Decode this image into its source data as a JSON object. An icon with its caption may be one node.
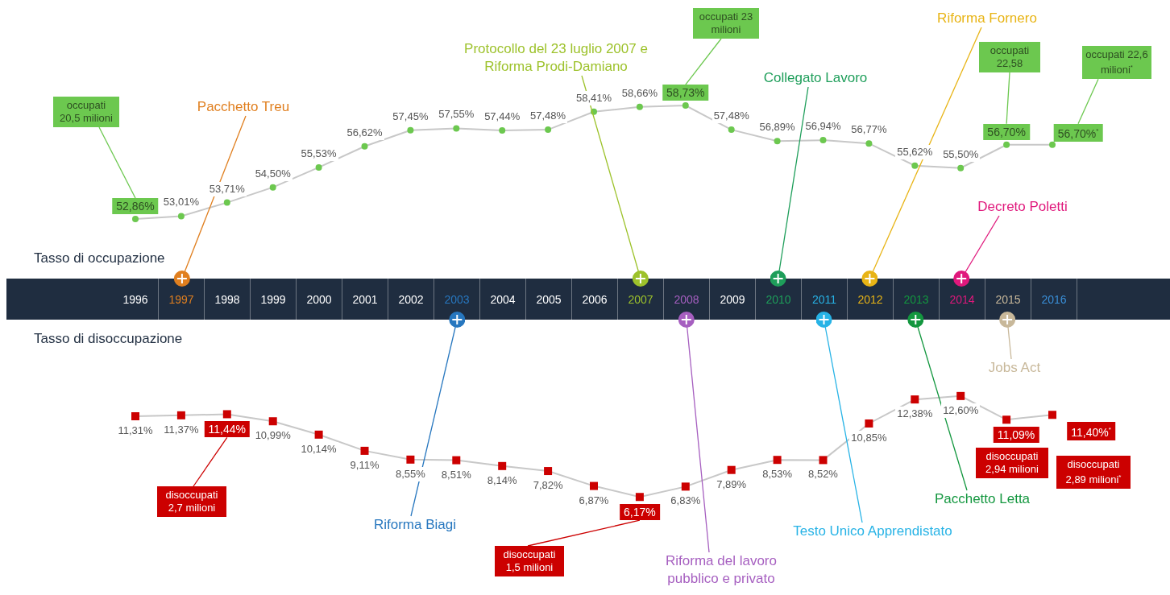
{
  "diagram": {
    "nodes": [
      {
        "text": [
          "occupati 20,5 milioni"
        ]
      },
      {
        "text": [
          "Pacchetto Treu"
        ]
      },
      {
        "text": [
          "Protocollo del 23 luglio 2007 e Riforma Prodi-Damiano"
        ]
      },
      {
        "text": [
          "occupati 23 milioni"
        ]
      },
      {
        "text": [
          "Riforma Fornero"
        ]
      },
      {
        "text": [
          "Collegato Lavoro"
        ]
      },
      {
        "text": [
          "occupati 22,58"
        ]
      },
      {
        "text": [
          "occupati 22,6 milioni$^{*}$"
        ]
      },
      {
        "text": [
          "Decreto Poletti"
        ]
      },
      {
        "text": [
          "Jobs Act"
        ]
      },
      {
        "text": [
          "disoccupati 2,7 milioni"
        ]
      },
      {
        "text": [
          "Riforma Biagi"
        ]
      },
      {
        "text": [
          "disoccupati 1,5 milioni"
        ]
      },
      {
        "text": [
          "Riforma del lavoro pubblico e privato"
        ]
      },
      {
        "text": [
          "Testo Unico Apprendistato"
        ]
      },
      {
        "text": [
          "Pacchetto Letta"
        ]
      },
      {
        "text": [
          "disoccupati 2,94 milioni"
        ]
      },
      {
        "text": [
          "disoccupati 2,89 milioni$^{*}$"
        ]
      }
    ],
    "edges": [
      {
        "from": 0,
        "to": null,
        "arrow": "none",
        "color": "#6cc84f"
      },
      {
        "from": 1,
        "to": null,
        "arrow": "other",
        "color": "#e07f1f"
      },
      {
        "from": 2,
        "to": null,
        "arrow": "other",
        "color": "#9dc22b"
      },
      {
        "from": 3,
        "to": null,
        "arrow": "none",
        "color": "#6cc84f"
      },
      {
        "from": 4,
        "to": null,
        "arrow": "other",
        "color": "#e8b415"
      },
      {
        "from": 5,
        "to": null,
        "arrow": "other",
        "color": "#1e9e5a"
      },
      {
        "from": 6,
        "to": null,
        "arrow": "none",
        "color": "#6cc84f"
      },
      {
        "from": 7,
        "to": null,
        "arrow": "none",
        "color": "#6cc84f"
      },
      {
        "from": 8,
        "to": null,
        "arrow": "other",
        "color": "#e0187c"
      },
      {
        "from": 9,
        "to": null,
        "arrow": "other",
        "color": "#c8b89a"
      },
      {
        "from": 10,
        "to": null,
        "arrow": "none",
        "color": "#cc0000"
      },
      {
        "from": 11,
        "to": null,
        "arrow": "other",
        "color": "#2777bf"
      },
      {
        "from": 12,
        "to": null,
        "arrow": "none",
        "color": "#cc0000"
      },
      {
        "from": 13,
        "to": null,
        "arrow": "other",
        "color": "#a65fc0"
      },
      {
        "from": 14,
        "to": null,
        "arrow": "other",
        "color": "#27b3e6"
      },
      {
        "from": 15,
        "to": null,
        "arrow": "other",
        "color": "#13973f"
      }
    ],
    "chart_data": [
      {
        "type": "line",
        "data_labels": "value_labels",
        "categories": [
          "1996",
          "1997",
          "1998",
          "1999",
          "2000",
          "2001",
          "2002",
          "2003",
          "2004",
          "2005",
          "2006",
          "2007",
          "2008",
          "2009",
          "2010",
          "2011",
          "2012",
          "2013",
          "2014",
          "2015",
          "2016"
        ],
        "series": [
          {
            "name": "Tasso di occupazione",
            "color": "#6cc84f",
            "marker": "circle",
            "values": [
              52.86,
              53.01,
              53.71,
              54.5,
              55.53,
              56.62,
              57.45,
              57.55,
              57.44,
              57.48,
              58.41,
              58.66,
              58.73,
              57.48,
              56.89,
              56.94,
              56.77,
              55.62,
              55.5,
              56.7,
              56.7
            ],
            "value_labels": [
              "52,86%",
              "53,01%",
              "53,71%",
              "54,50%",
              "55,53%",
              "56,62%",
              "57,45%",
              "57,55%",
              "57,44%",
              "57,48%",
              "58,41%",
              "58,66%",
              "58,73%",
              "57,48%",
              "56,89%",
              "56,94%",
              "56,77%",
              "55,62%",
              "55,50%",
              "56,70%",
              "56,70%$^{*}$"
            ]
          }
        ]
      },
      {
        "type": "line",
        "data_labels": "value_labels",
        "series": [
          {
            "name": "Tasso di disoccupazione",
            "color": "#cc0000",
            "marker": "square",
            "values": [
              11.31,
              11.37,
              11.44,
              10.99,
              10.14,
              9.11,
              8.55,
              8.51,
              8.14,
              7.82,
              6.87,
              6.17,
              6.83,
              7.89,
              8.53,
              8.52,
              10.85,
              12.38,
              12.6,
              11.09,
              11.4
            ],
            "value_labels": [
              "11,31%",
              "11,37%",
              "11,44%",
              "10,99%",
              "10,14%",
              "9,11%",
              "8,55%",
              "8,51%",
              "8,14%",
              "7,82%",
              "6,87%",
              "6,17%",
              "6,83%",
              "7,89%",
              "8,53%",
              "8,52%",
              "10,85%",
              "12,38%",
              "12,60%",
              "11,09%",
              "11,40%$^{*}$"
            ]
          }
        ]
      }
    ]
  }
}
